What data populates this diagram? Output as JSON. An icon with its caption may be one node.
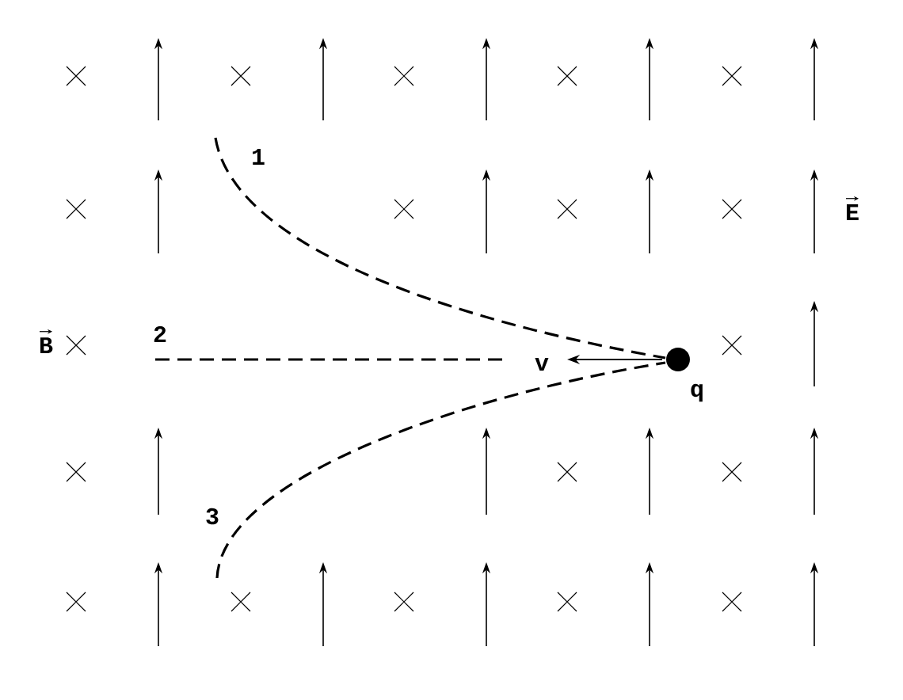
{
  "diagram": {
    "labels": [
      "1",
      "E",
      "B",
      "2",
      "v",
      "q",
      "3"
    ]
  }
}
